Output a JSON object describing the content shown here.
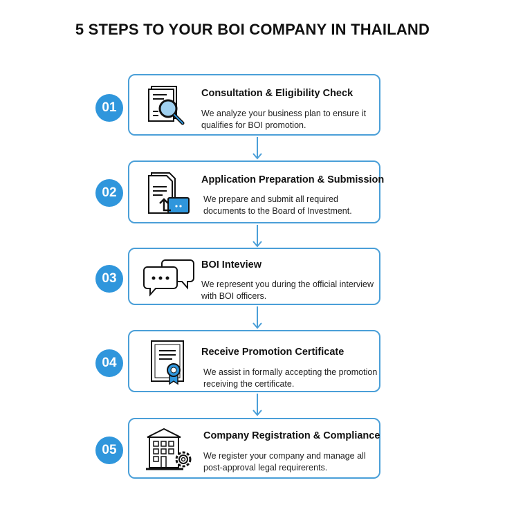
{
  "title": "5 STEPS TO YOUR BOI COMPANY IN THAILAND",
  "accent_color": "#2f96dc",
  "border_color": "#4a9fd8",
  "steps": [
    {
      "number": "01",
      "title": "Consultation & Eligibility Check",
      "description": "We analyze your business plan to ensure it qualifies for BOI promotion.",
      "icon": "document-magnifier-icon"
    },
    {
      "number": "02",
      "title": "Application Preparation & Submission",
      "description": "We prepare and submit all required documents to the Board of Investment.",
      "icon": "document-upload-icon"
    },
    {
      "number": "03",
      "title": "BOI Inteview",
      "description": "We represent you during the official interview with BOI officers.",
      "icon": "chat-bubbles-icon"
    },
    {
      "number": "04",
      "title": "Receive Promotion Certificate",
      "description": "We assist in formally accepting the promotion receiving the certificate.",
      "icon": "certificate-icon"
    },
    {
      "number": "05",
      "title": "Company Registration & Compliance",
      "description": "We register your company and manage all post-approval legal requirerents.",
      "icon": "building-gear-icon"
    }
  ]
}
